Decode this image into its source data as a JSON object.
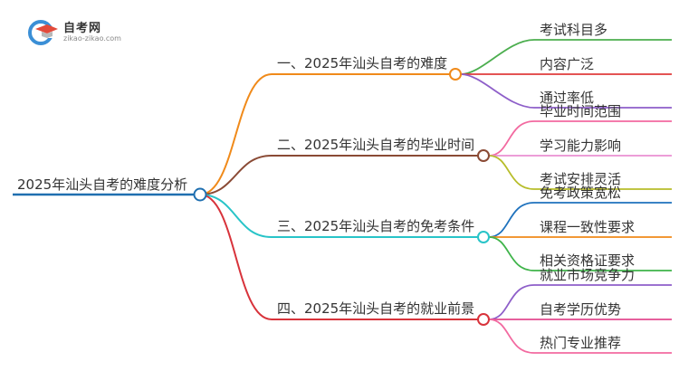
{
  "logo": {
    "title": "自考网",
    "subtitle": "zikao-zikao.com",
    "colors": {
      "blue": "#3b8fd6",
      "red": "#e24a3b",
      "gray": "#b8b8b8"
    }
  },
  "root": {
    "label": "2025年汕头自考的难度分析",
    "color": "#1f6fb0"
  },
  "branches": [
    {
      "label": "一、2025年汕头自考的难度",
      "color": "#f08a1a",
      "children": [
        {
          "label": "考试科目多",
          "color": "#4cae4f"
        },
        {
          "label": "内容广泛",
          "color": "#e13b3b"
        },
        {
          "label": "通过率低",
          "color": "#8e5fc9"
        }
      ]
    },
    {
      "label": "二、2025年汕头自考的毕业时间",
      "color": "#8a4a35",
      "children": [
        {
          "label": "毕业时间范围",
          "color": "#f26aa0"
        },
        {
          "label": "学习能力影响",
          "color": "#e98fd3"
        },
        {
          "label": "考试安排灵活",
          "color": "#b7bd2a"
        }
      ]
    },
    {
      "label": "三、2025年汕头自考的免考条件",
      "color": "#28c4c8",
      "children": [
        {
          "label": "免考政策宽松",
          "color": "#1f72bd"
        },
        {
          "label": "课程一致性要求",
          "color": "#f08a1a"
        },
        {
          "label": "相关资格证要求",
          "color": "#3fb44a"
        }
      ]
    },
    {
      "label": "四、2025年汕头自考的就业前景",
      "color": "#d8333b",
      "children": [
        {
          "label": "就业市场竞争力",
          "color": "#8e5fc9"
        },
        {
          "label": "自考学历优势",
          "color": "#e24a8f"
        },
        {
          "label": "热门专业推荐",
          "color": "#f26aa0"
        }
      ]
    }
  ]
}
